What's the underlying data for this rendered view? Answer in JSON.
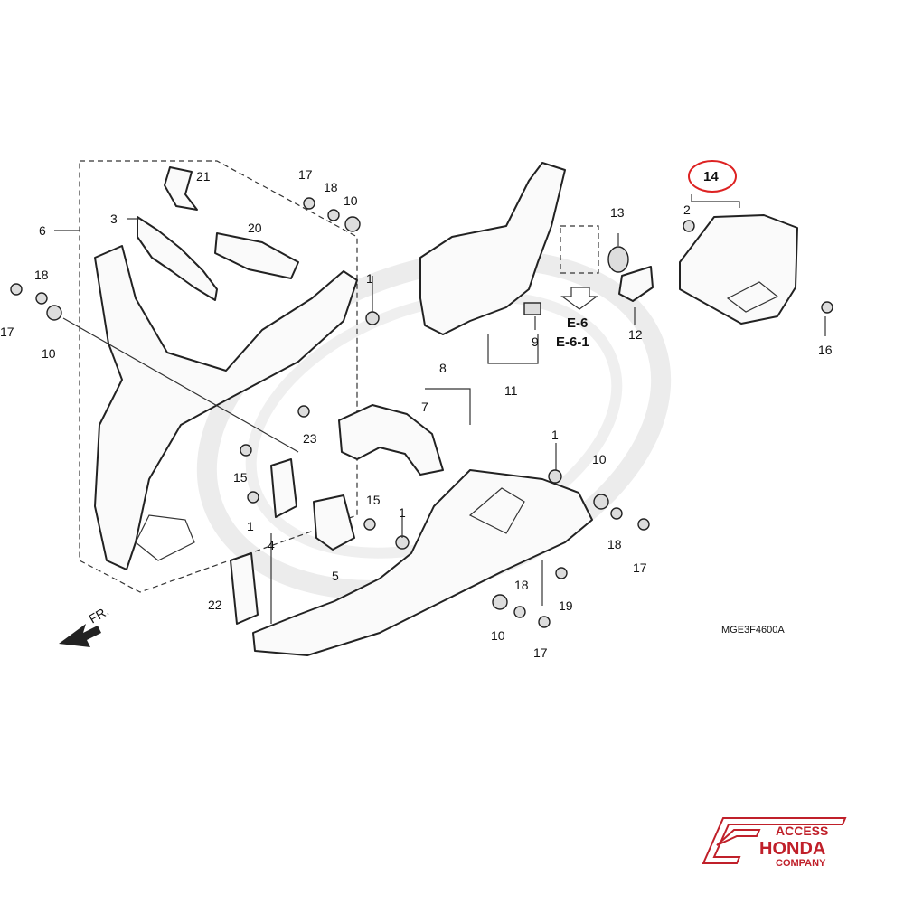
{
  "callouts": {
    "c1a": "1",
    "c1b": "1",
    "c1c": "1",
    "c1d": "1",
    "c2": "2",
    "c3": "3",
    "c4": "4",
    "c5": "5",
    "c6": "6",
    "c7": "7",
    "c8": "8",
    "c9": "9",
    "c10a": "10",
    "c10b": "10",
    "c10c": "10",
    "c10d": "10",
    "c11": "11",
    "c12": "12",
    "c13": "13",
    "c14": "14",
    "c15a": "15",
    "c15b": "15",
    "c16": "16",
    "c17a": "17",
    "c17b": "17",
    "c17c": "17",
    "c17d": "17",
    "c18a": "18",
    "c18b": "18",
    "c18c": "18",
    "c18d": "18",
    "c19": "19",
    "c20": "20",
    "c21": "21",
    "c22": "22",
    "c23": "23"
  },
  "references": {
    "ref1": "E-6",
    "ref2": "E-6-1"
  },
  "front_label": "FR.",
  "diagram_code": "MGE3F4600A",
  "brand": {
    "line1": "ACCESS",
    "line2": "HONDA",
    "line3": "COMPANY",
    "color": "#c0202a"
  },
  "highlight": {
    "target": "14",
    "color": "#d22"
  }
}
